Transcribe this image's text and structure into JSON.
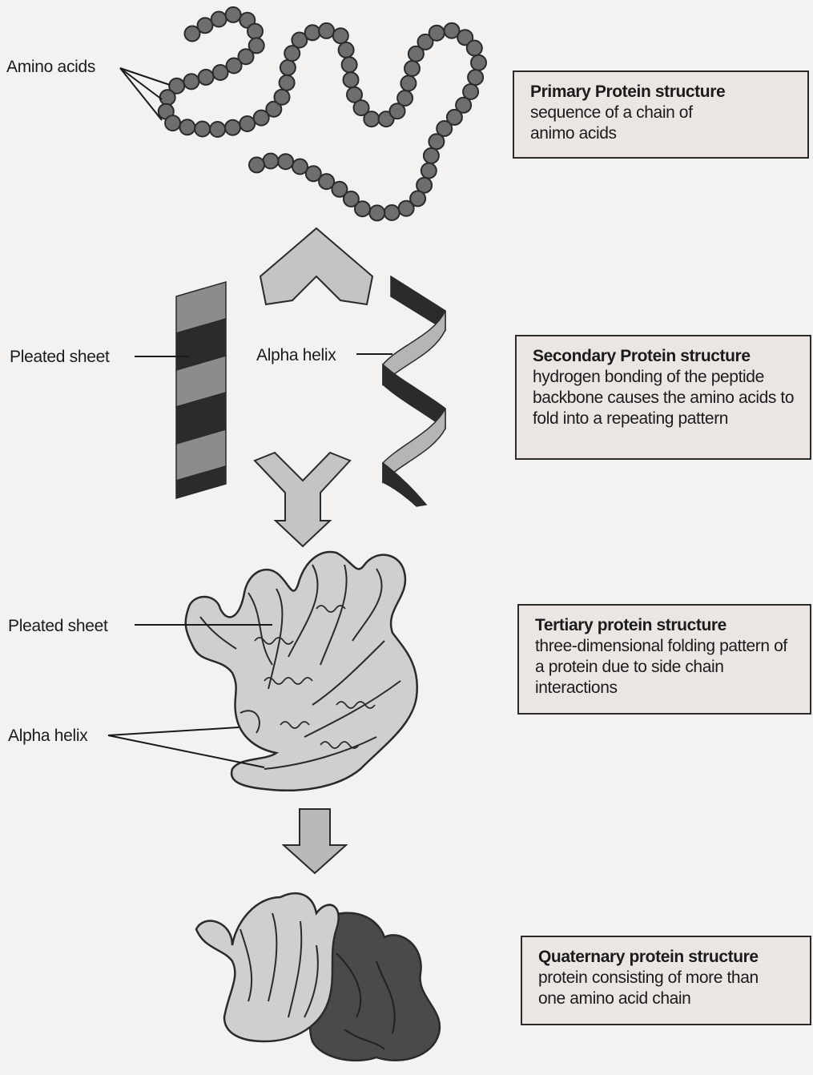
{
  "labels": {
    "amino_acids": "Amino acids",
    "pleated_sheet_1": "Pleated sheet",
    "alpha_helix_1": "Alpha helix",
    "pleated_sheet_2": "Pleated sheet",
    "alpha_helix_2": "Alpha helix"
  },
  "boxes": {
    "primary": {
      "title": "Primary Protein structure",
      "desc": "sequence of a chain of animo acids"
    },
    "secondary": {
      "title": "Secondary Protein structure",
      "desc": "hydrogen bonding of the peptide backbone causes the amino acids to fold into a repeating pattern"
    },
    "tertiary": {
      "title": "Tertiary protein structure",
      "desc": "three-dimensional folding pattern of a protein due to side chain interactions"
    },
    "quaternary": {
      "title": "Quaternary protein structure",
      "desc": "protein consisting of more than one amino acid chain"
    }
  },
  "colors": {
    "bead": "#6e6e6e",
    "arrow": "#c4c4c4",
    "sheet_light": "#8c8c8c",
    "sheet_dark": "#2b2b2b",
    "helix_light": "#b5b5b5",
    "chain_light": "#cfcfcf",
    "chain_dark": "#4a4a4a",
    "box_fill": "#ebe6e4"
  }
}
